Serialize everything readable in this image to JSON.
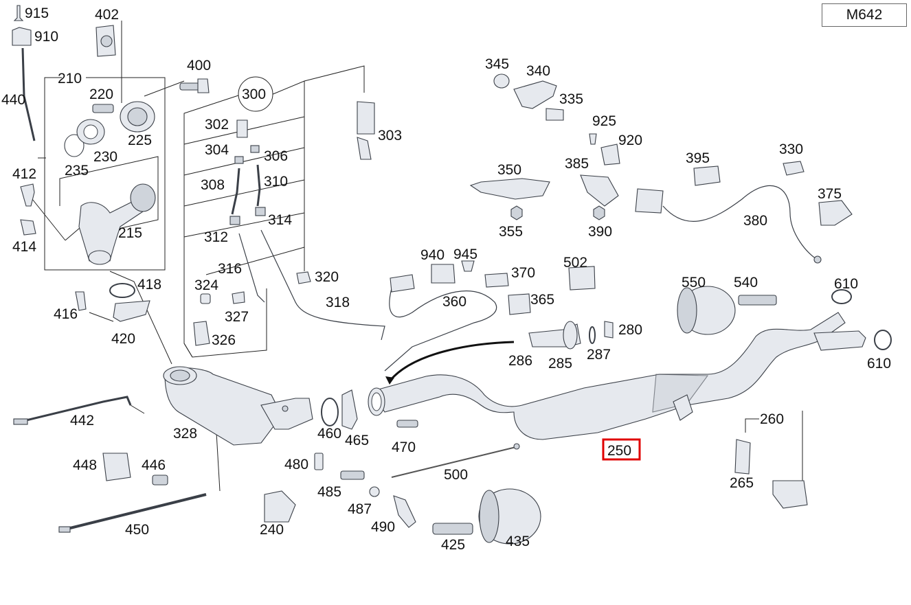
{
  "model_code": "M642",
  "highlighted_part": "250",
  "highlight_color": "#e00000",
  "labels": {
    "p915": "915",
    "p910": "910",
    "p402": "402",
    "p400": "400",
    "p440": "440",
    "p210": "210",
    "p220": "220",
    "p225": "225",
    "p230": "230",
    "p235": "235",
    "p215": "215",
    "p412": "412",
    "p414": "414",
    "p300": "300",
    "p302": "302",
    "p303": "303",
    "p304": "304",
    "p306": "306",
    "p308": "308",
    "p310": "310",
    "p312": "312",
    "p314": "314",
    "p316": "316",
    "p318": "318",
    "p320": "320",
    "p324": "324",
    "p327": "327",
    "p326": "326",
    "p328": "328",
    "p418": "418",
    "p416": "416",
    "p420": "420",
    "p442": "442",
    "p448": "448",
    "p446": "446",
    "p450": "450",
    "p240": "240",
    "p480": "480",
    "p485": "485",
    "p487": "487",
    "p490": "490",
    "p500": "500",
    "p425": "425",
    "p435": "435",
    "p460": "460",
    "p465": "465",
    "p470": "470",
    "p250": "250",
    "p345": "345",
    "p340": "340",
    "p335": "335",
    "p925": "925",
    "p920": "920",
    "p350": "350",
    "p385": "385",
    "p395": "395",
    "p330": "330",
    "p375": "375",
    "p380": "380",
    "p355": "355",
    "p390": "390",
    "p940": "940",
    "p945": "945",
    "p370": "370",
    "p502": "502",
    "p360": "360",
    "p365": "365",
    "p550": "550",
    "p540": "540",
    "p610a": "610",
    "p610b": "610",
    "p280": "280",
    "p286": "286",
    "p285": "285",
    "p287": "287",
    "p260": "260",
    "p265": "265"
  }
}
